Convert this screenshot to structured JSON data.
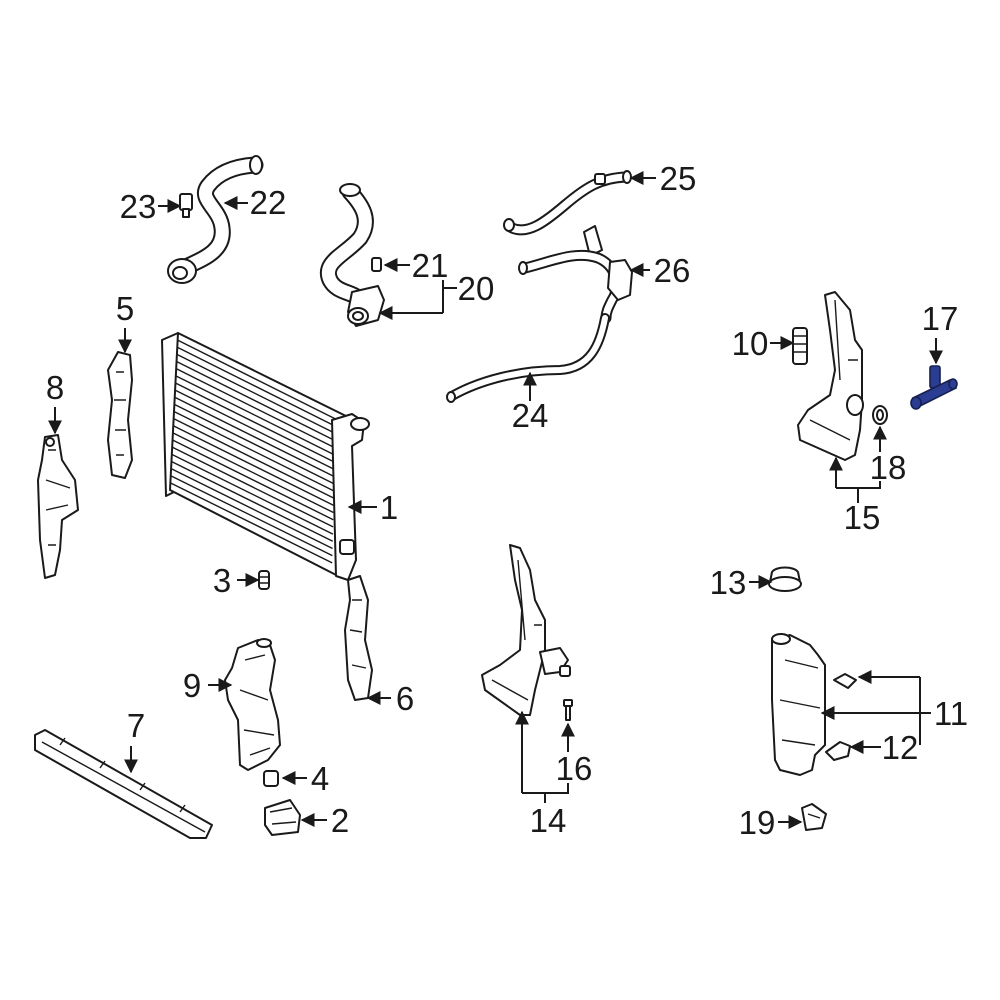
{
  "callouts": [
    "1",
    "2",
    "3",
    "4",
    "5",
    "6",
    "7",
    "8",
    "9",
    "10",
    "11",
    "12",
    "13",
    "14",
    "15",
    "16",
    "17",
    "18",
    "19",
    "20",
    "21",
    "22",
    "23",
    "24",
    "25",
    "26"
  ],
  "colors": {
    "background": "#ffffff",
    "line": "#1a1a1a",
    "highlight": "#2b3d93"
  }
}
